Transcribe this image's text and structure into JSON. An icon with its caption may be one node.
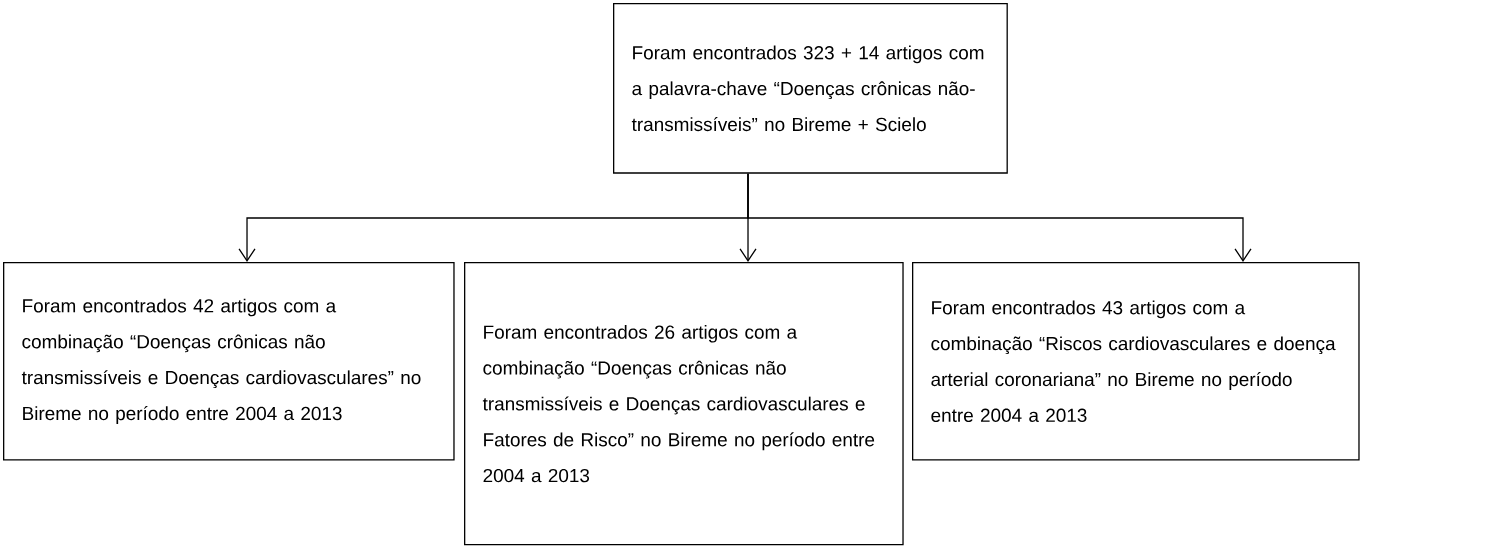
{
  "diagram": {
    "nodes": [
      {
        "text": [
          "Foram encontrados 323 + 14 artigos com a palavra-chave “Doenças crônicas não-transmissíveis” no Bireme + Scielo"
        ]
      },
      {
        "text": [
          "Foram encontrados 42 artigos com a combinação “Doenças crônicas não transmissíveis e Doenças cardiovasculares” no Bireme no período entre 2004 a 2013"
        ]
      },
      {
        "text": [
          "Foram encontrados 26 artigos com a combinação “Doenças crônicas não transmissíveis e Doenças cardiovasculares e Fatores de Risco” no Bireme no período entre 2004 a 2013"
        ]
      },
      {
        "text": [
          "Foram encontrados 43 artigos com a combinação “Riscos cardiovasculares e doença arterial coronariana” no Bireme no período entre 2004 a 2013"
        ]
      }
    ],
    "edges": [
      {
        "from": 0,
        "to": 1,
        "arrow": "to"
      },
      {
        "from": 0,
        "to": 2,
        "arrow": "to"
      },
      {
        "from": 0,
        "to": 3,
        "arrow": "to"
      }
    ]
  }
}
